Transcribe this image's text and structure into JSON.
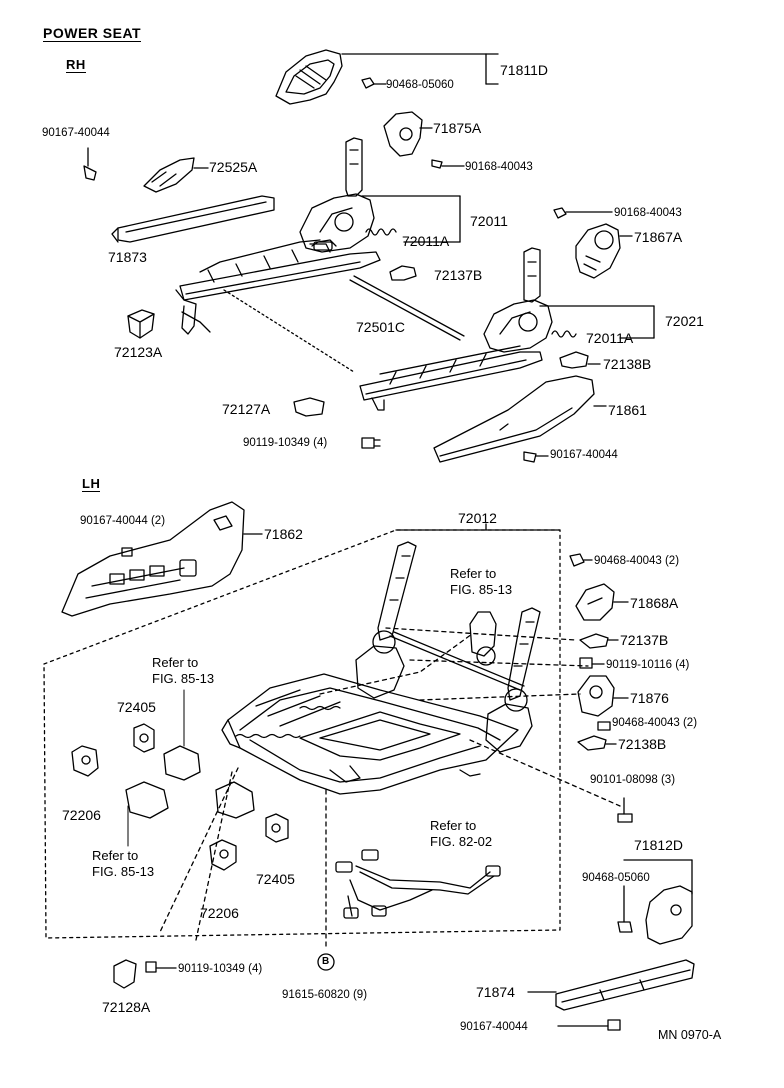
{
  "title": "POWER SEAT",
  "sections": {
    "rh": "RH",
    "lh": "LH"
  },
  "figure_code": "MN 0970-A",
  "rh_labels": {
    "p71811D": "71811D",
    "p90468_05060": "90468-05060",
    "p71875A": "71875A",
    "p90168_40043_a": "90168-40043",
    "p90167_40044_a": "90167-40044",
    "p72525A": "72525A",
    "p71873": "71873",
    "p72011": "72011",
    "p72011A_a": "72011A",
    "p90168_40043_b": "90168-40043",
    "p71867A": "71867A",
    "p72137B": "72137B",
    "p72501C": "72501C",
    "p72021": "72021",
    "p72011A_b": "72011A",
    "p72123A": "72123A",
    "p72138B": "72138B",
    "p72127A": "72127A",
    "p71861": "71861",
    "p90119_10349": "90119-10349 (4)",
    "p90167_40044_b": "90167-40044"
  },
  "lh_labels": {
    "p90167_40044_2": "90167-40044 (2)",
    "p71862": "71862",
    "p72012": "72012",
    "p90468_40043_2a": "90468-40043 (2)",
    "p71868A": "71868A",
    "p72137B": "72137B",
    "p90119_10116": "90119-10116 (4)",
    "p71876": "71876",
    "p90468_40043_2b": "90468-40043 (2)",
    "p72138B": "72138B",
    "p90101_08098": "90101-08098 (3)",
    "p71812D": "71812D",
    "p90468_05060": "90468-05060",
    "p72405_a": "72405",
    "p72206_a": "72206",
    "p72405_b": "72405",
    "p72206_b": "72206",
    "p72128A": "72128A",
    "p90119_10349": "90119-10349 (4)",
    "p_b_marker": "B",
    "p91615_60820": "91615-60820 (9)",
    "p71874": "71874",
    "p90167_40044": "90167-40044"
  },
  "refer_notes": {
    "r1_line1": "Refer to",
    "r1_line2": "FIG. 85-13",
    "r2_line1": "Refer to",
    "r2_line2": "FIG. 85-13",
    "r3_line1": "Refer to",
    "r3_line2": "FIG. 85-13",
    "r4_line1": "Refer to",
    "r4_line2": "FIG. 82-02"
  }
}
